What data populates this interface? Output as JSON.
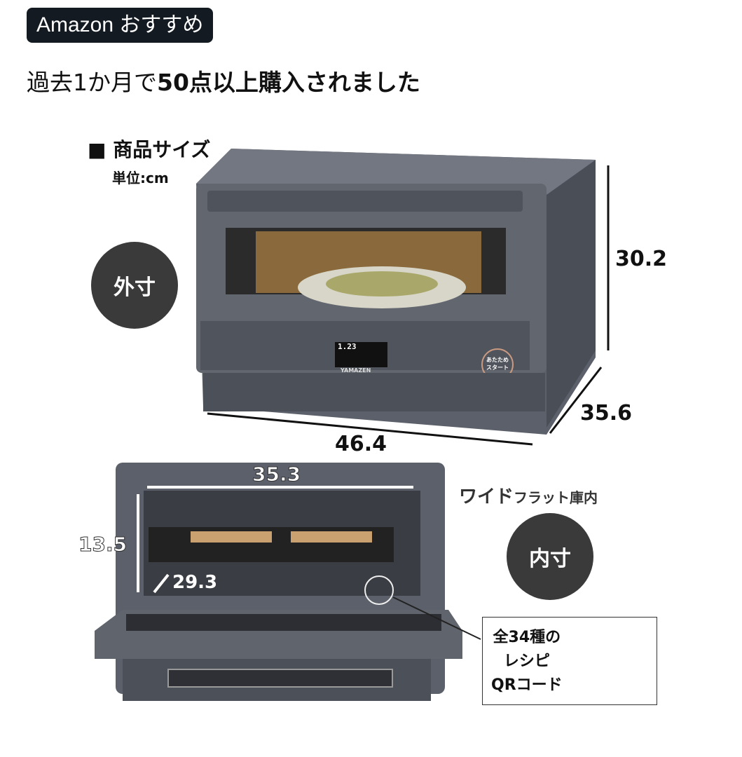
{
  "badge": {
    "label": "Amazon おすすめ"
  },
  "headline": {
    "prefix": "過去1か月で",
    "emphasis": "50点以上購入されました"
  },
  "product_image": {
    "section_title": "■ 商品サイズ",
    "unit": "単位:cm",
    "outer_label": "外寸",
    "inner_label": "内寸",
    "height": "30.2",
    "depth": "35.6",
    "width": "46.4",
    "inner_width": "35.3",
    "inner_height": "13.5",
    "inner_depth": "29.3",
    "feature_bold": "ワイド",
    "feature_rest": "フラット庫内",
    "display_value": "1.23",
    "brand": "YAMAZEN",
    "panel_start": "あたため スタート",
    "qr_lines": [
      "全34種の",
      "レシピ",
      "QRコード"
    ]
  }
}
